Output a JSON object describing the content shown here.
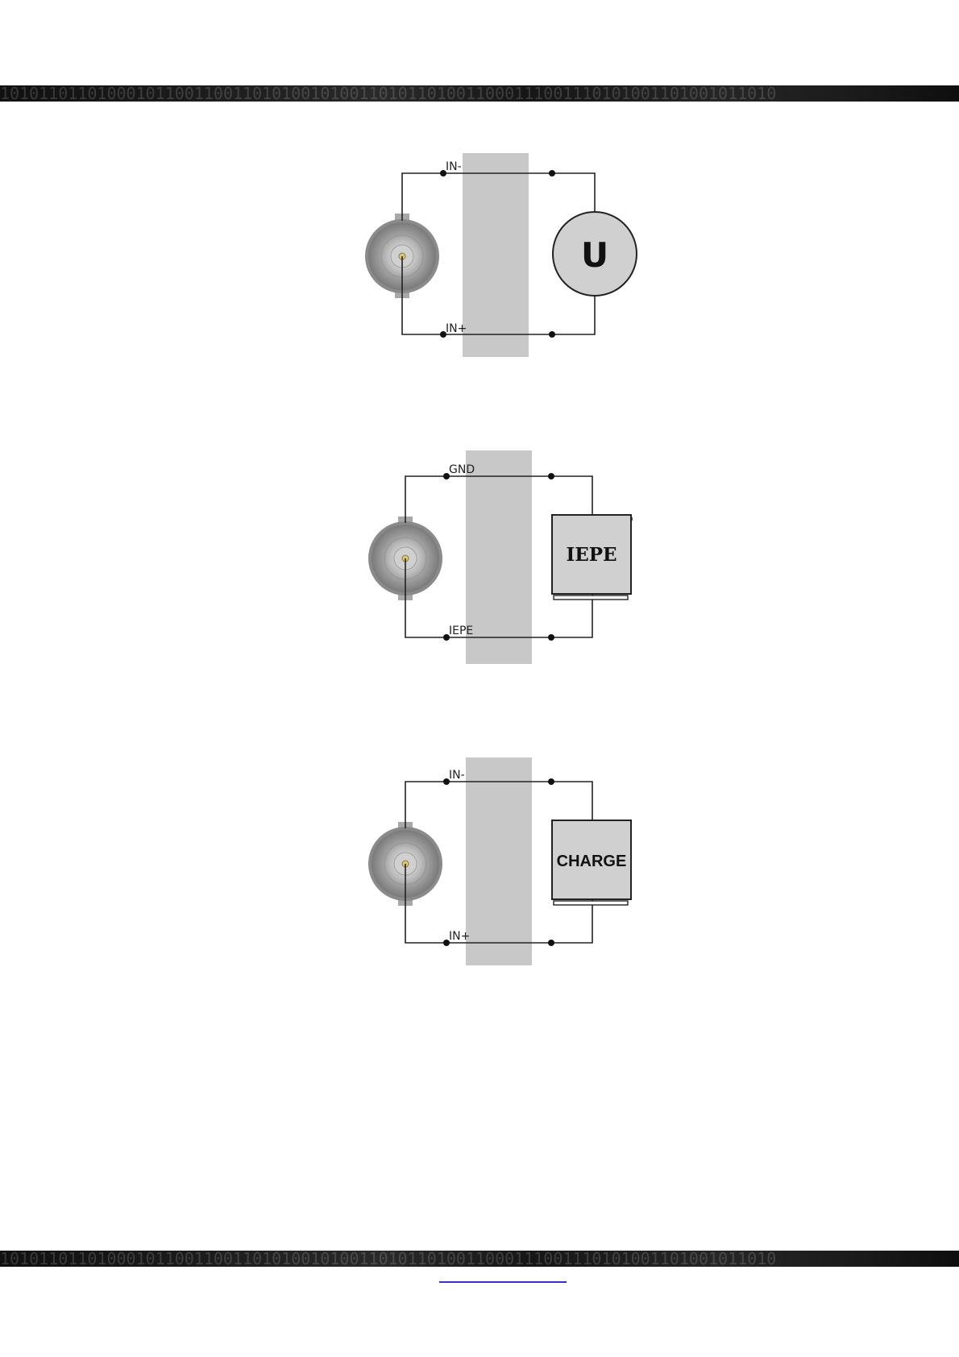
{
  "header_band_text": "10101101101000101100110011010100101001101011010011000111001110101001101001011010",
  "footer_band_text": "10101101101000101100110011010100101001101011010011000111001110101001101001011010",
  "diagrams": [
    {
      "top_pin": "IN-",
      "bottom_pin": "IN+",
      "device": "U"
    },
    {
      "top_pin": "GND",
      "bottom_pin": "IEPE",
      "device": "IEPE"
    },
    {
      "top_pin": "IN-",
      "bottom_pin": "IN+",
      "device": "CHARGE"
    }
  ]
}
